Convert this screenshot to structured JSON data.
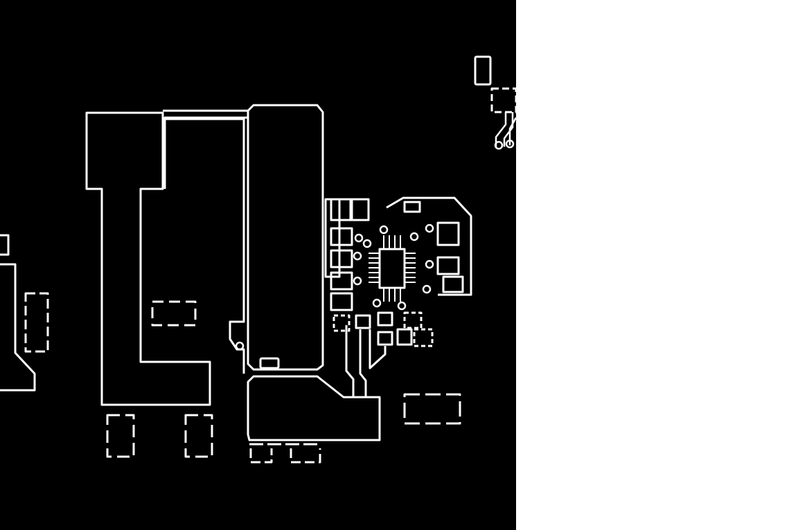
{
  "view": {
    "board_color": "#000000",
    "outline_color": "#ffffff",
    "background_color": "#ffffff",
    "layer_style": "isolation outline (white clearance lines on black copper)"
  },
  "features": {
    "copper_pours": [
      "left-t-pour",
      "tall-center-pour",
      "bottom-pour",
      "left-edge-pour"
    ],
    "ic_footprint": "qfn-package-with-pins",
    "pads": [
      "rectangular-pads",
      "dashed-component-pads",
      "via-circles"
    ],
    "traces": [
      "parallel-traces-to-bottom-pour",
      "fanout-traces-top-right"
    ]
  }
}
